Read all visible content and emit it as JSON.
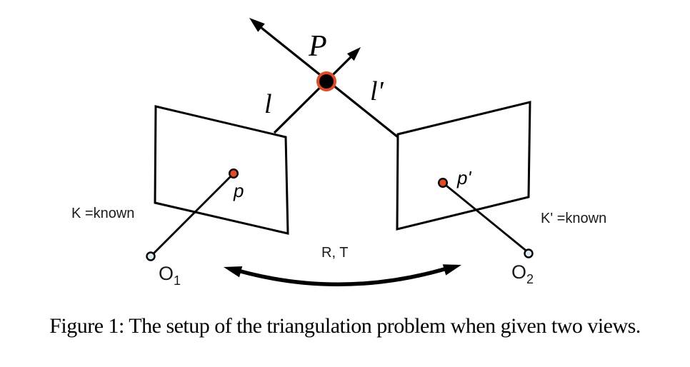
{
  "figure": {
    "caption": "Figure 1: The setup of the triangulation problem when given two views.",
    "labels": {
      "world_point": "P",
      "ray_left": "l",
      "ray_right": "l'",
      "image_point_left": "p",
      "image_point_right": "p'",
      "camera_left": {
        "base": "O",
        "sub": "1"
      },
      "camera_right": {
        "base": "O",
        "sub": "2"
      },
      "intrinsics_left": "K =known",
      "intrinsics_right": "K' =known",
      "relative_pose": "R, T"
    },
    "colors": {
      "accent_orange": "#E8491F",
      "camera_fill": "#D9EAEE",
      "ink": "#000000"
    }
  }
}
